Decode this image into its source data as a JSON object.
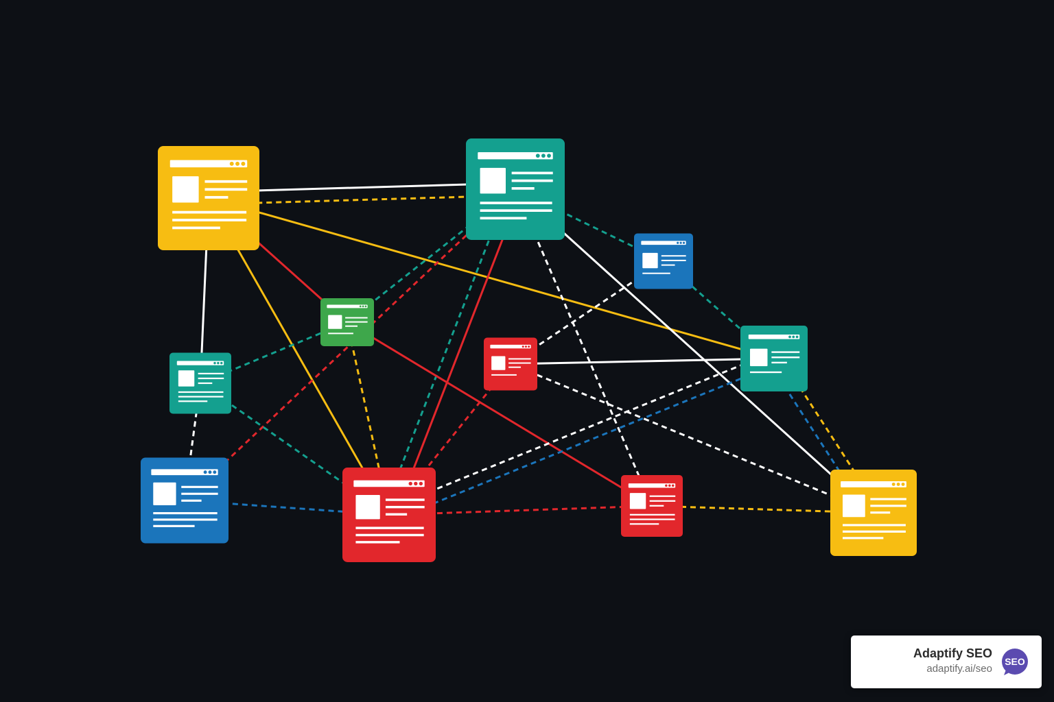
{
  "colors": {
    "background": "#0d1015",
    "yellow": "#f7bd12",
    "teal": "#14a08f",
    "blue": "#1b75bb",
    "green": "#3ea74b",
    "red": "#e2272c",
    "white": "#ffffff",
    "badge": "#5b4bb0"
  },
  "nodes": [
    {
      "id": "yellow-large-top-left",
      "color": "yellow",
      "variant": "large"
    },
    {
      "id": "teal-large-top-center",
      "color": "teal",
      "variant": "large"
    },
    {
      "id": "blue-small-top-right",
      "color": "blue",
      "variant": "small"
    },
    {
      "id": "green-small-center-left",
      "color": "green",
      "variant": "small"
    },
    {
      "id": "teal-medium-left",
      "color": "teal",
      "variant": "medium"
    },
    {
      "id": "red-small-center",
      "color": "red",
      "variant": "small"
    },
    {
      "id": "teal-small-right",
      "color": "teal",
      "variant": "small"
    },
    {
      "id": "blue-large-bottom-left",
      "color": "blue",
      "variant": "large"
    },
    {
      "id": "red-large-bottom-center",
      "color": "red",
      "variant": "large"
    },
    {
      "id": "red-medium-bottom-right",
      "color": "red",
      "variant": "medium"
    },
    {
      "id": "yellow-large-bottom-right",
      "color": "yellow",
      "variant": "large"
    }
  ],
  "links": [
    {
      "from": 0,
      "to": 1,
      "color": "white",
      "dashed": false
    },
    {
      "from": 0,
      "to": 1,
      "color": "yellow",
      "dashed": true
    },
    {
      "from": 0,
      "to": 4,
      "color": "white",
      "dashed": false
    },
    {
      "from": 0,
      "to": 8,
      "color": "yellow",
      "dashed": false
    },
    {
      "from": 0,
      "to": 3,
      "color": "red",
      "dashed": false
    },
    {
      "from": 0,
      "to": 6,
      "color": "yellow",
      "dashed": false
    },
    {
      "from": 1,
      "to": 2,
      "color": "teal",
      "dashed": true
    },
    {
      "from": 1,
      "to": 10,
      "color": "white",
      "dashed": false
    },
    {
      "from": 1,
      "to": 9,
      "color": "white",
      "dashed": true
    },
    {
      "from": 1,
      "to": 8,
      "color": "red",
      "dashed": false
    },
    {
      "from": 1,
      "to": 8,
      "color": "teal",
      "dashed": true
    },
    {
      "from": 1,
      "to": 7,
      "color": "red",
      "dashed": true
    },
    {
      "from": 1,
      "to": 3,
      "color": "teal",
      "dashed": true
    },
    {
      "from": 2,
      "to": 6,
      "color": "teal",
      "dashed": true
    },
    {
      "from": 2,
      "to": 5,
      "color": "white",
      "dashed": true
    },
    {
      "from": 3,
      "to": 4,
      "color": "teal",
      "dashed": true
    },
    {
      "from": 3,
      "to": 8,
      "color": "yellow",
      "dashed": true
    },
    {
      "from": 3,
      "to": 9,
      "color": "red",
      "dashed": false
    },
    {
      "from": 4,
      "to": 7,
      "color": "white",
      "dashed": true
    },
    {
      "from": 4,
      "to": 8,
      "color": "teal",
      "dashed": true
    },
    {
      "from": 5,
      "to": 6,
      "color": "white",
      "dashed": false
    },
    {
      "from": 5,
      "to": 10,
      "color": "white",
      "dashed": true
    },
    {
      "from": 5,
      "to": 8,
      "color": "red",
      "dashed": true
    },
    {
      "from": 6,
      "to": 8,
      "color": "blue",
      "dashed": true
    },
    {
      "from": 6,
      "to": 8,
      "color": "white",
      "dashed": true
    },
    {
      "from": 6,
      "to": 10,
      "color": "yellow",
      "dashed": true
    },
    {
      "from": 6,
      "to": 10,
      "color": "blue",
      "dashed": true
    },
    {
      "from": 7,
      "to": 8,
      "color": "blue",
      "dashed": true
    },
    {
      "from": 8,
      "to": 9,
      "color": "red",
      "dashed": true
    },
    {
      "from": 9,
      "to": 10,
      "color": "yellow",
      "dashed": true
    }
  ],
  "brand": {
    "name": "Adaptify SEO",
    "url": "adaptify.ai/seo",
    "badge_text": "SEO"
  }
}
